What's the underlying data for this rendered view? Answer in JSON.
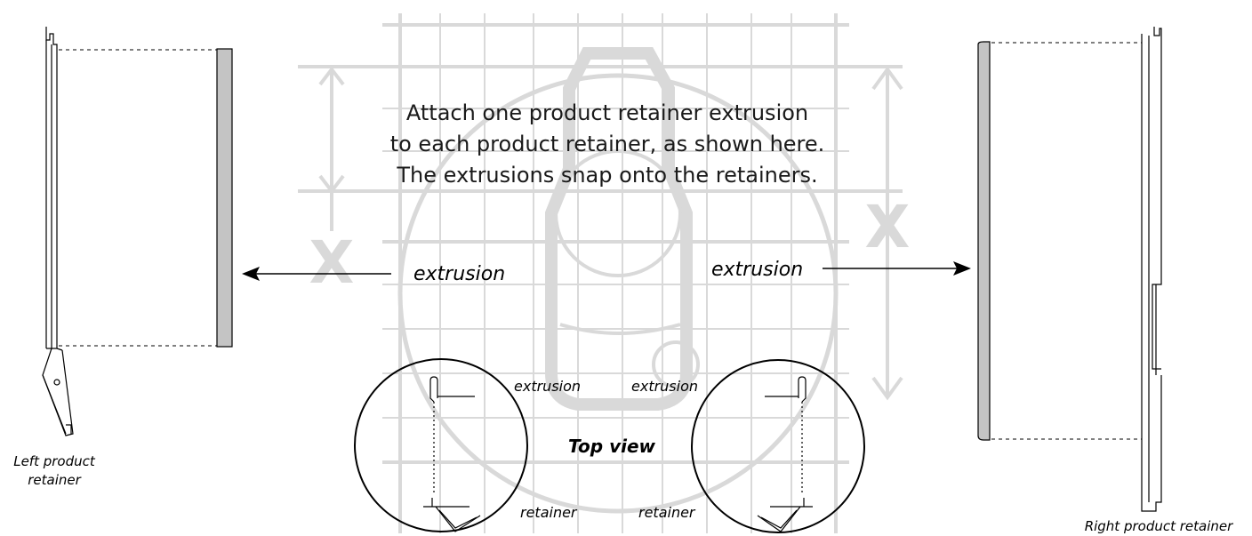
{
  "instruction": {
    "line1": "Attach one product retainer extrusion",
    "line2": "to each product retainer, as shown here.",
    "line3": "The extrusions snap onto the retainers."
  },
  "labels": {
    "extrusion_left": "extrusion",
    "extrusion_right": "extrusion",
    "left_retainer_line1": "Left product",
    "left_retainer_line2": "retainer",
    "right_retainer": "Right product retainer",
    "top_view": "Top view",
    "detail_left_extrusion": "extrusion",
    "detail_left_retainer": "retainer",
    "detail_right_extrusion": "extrusion",
    "detail_right_retainer": "retainer"
  },
  "watermark": {
    "dimension_letter_left": "X",
    "dimension_letter_right": "X"
  },
  "colors": {
    "watermark": "#d9d9d9",
    "extrusion_fill": "#c4c4c4",
    "line": "#000000"
  }
}
